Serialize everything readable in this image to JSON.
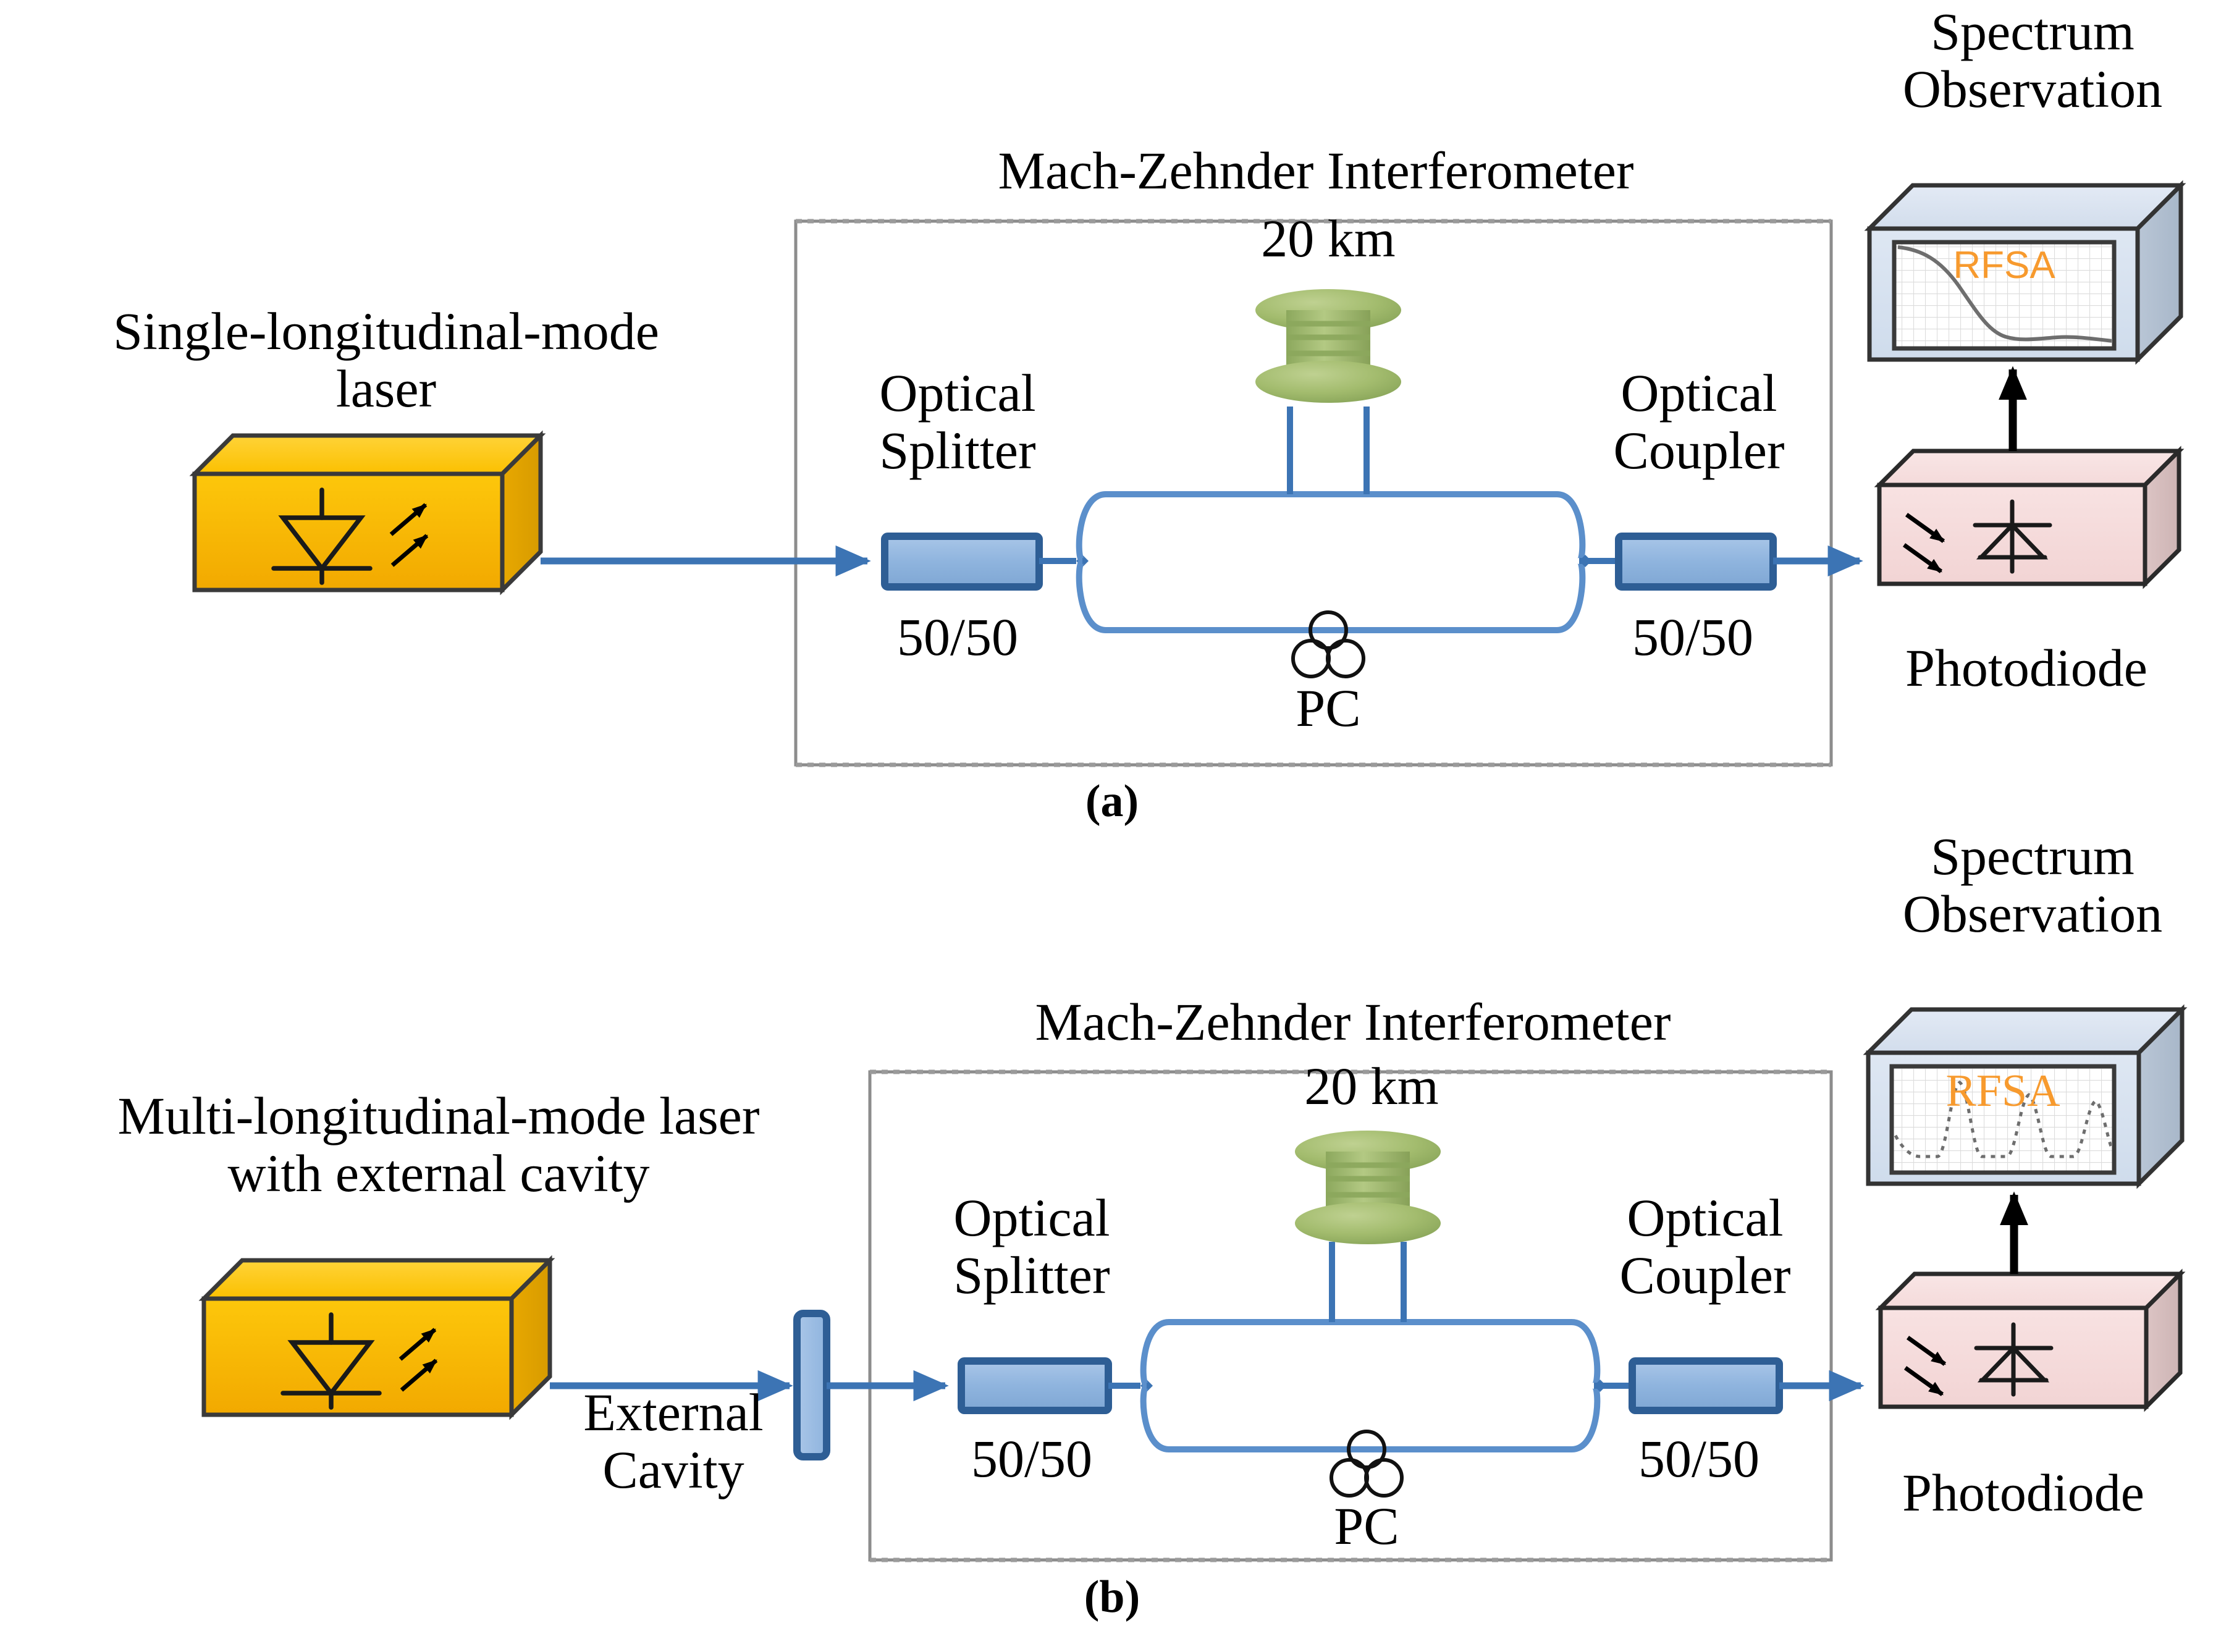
{
  "figure": {
    "type": "optical-experimental-setup-diagram",
    "panels": [
      {
        "id": "a",
        "panel_label": "(a)",
        "source": {
          "name": "single-longitudinal-mode-laser",
          "label": "Single-longitudinal-mode\nlaser",
          "box_color": "#F5B800",
          "symbol": "led-diode-with-emission-arrows"
        },
        "interferometer": {
          "title": "Mach-Zehnder Interferometer",
          "splitter": {
            "label": "Optical\nSplitter",
            "ratio": "50/50",
            "color": "#8FB4DE"
          },
          "coupler": {
            "label": "Optical\nCoupler",
            "ratio": "50/50",
            "color": "#8FB4DE"
          },
          "delay_fiber": {
            "label": "20 km",
            "color": "#9CB569"
          },
          "polarization_controller": {
            "label": "PC"
          }
        },
        "detector": {
          "label": "Photodiode",
          "box_color": "#F5DCDC",
          "symbol": "photodiode-with-incident-arrows"
        },
        "analyzer": {
          "title": "Spectrum\nObservation",
          "screen_label": "RFSA",
          "screen_label_color": "#F79A2E",
          "body_color": "#D7E2F0",
          "trace": "s-curve-monotonic-decay"
        }
      },
      {
        "id": "b",
        "panel_label": "(b)",
        "source": {
          "name": "multi-longitudinal-mode-laser",
          "label": "Multi-longitudinal-mode laser\nwith external cavity",
          "box_color": "#F5B800",
          "symbol": "led-diode-with-emission-arrows"
        },
        "external_cavity": {
          "label": "External\nCavity",
          "color": "#9EC0E8"
        },
        "interferometer": {
          "title": "Mach-Zehnder Interferometer",
          "splitter": {
            "label": "Optical\nSplitter",
            "ratio": "50/50",
            "color": "#8FB4DE"
          },
          "coupler": {
            "label": "Optical\nCoupler",
            "ratio": "50/50",
            "color": "#8FB4DE"
          },
          "delay_fiber": {
            "label": "20 km",
            "color": "#9CB569"
          },
          "polarization_controller": {
            "label": "PC"
          }
        },
        "detector": {
          "label": "Photodiode",
          "box_color": "#F5DCDC",
          "symbol": "photodiode-with-incident-arrows"
        },
        "analyzer": {
          "title": "Spectrum\nObservation",
          "screen_label": "RFSA",
          "screen_label_color": "#F79A2E",
          "body_color": "#D7E2F0",
          "trace": "periodic-peaks"
        }
      }
    ],
    "colors": {
      "signal_line": "#3C74B4",
      "laser_box": "#F5B800",
      "coupler_fill": "#8FB4DE",
      "coupler_stroke": "#2E5E95",
      "fiber_spool": "#9CB569",
      "photodiode_box": "#F5DCDC",
      "monitor_body": "#D7E2F0",
      "rfsa_text": "#F79A2E",
      "mzi_border": "#8C8C8C"
    }
  }
}
